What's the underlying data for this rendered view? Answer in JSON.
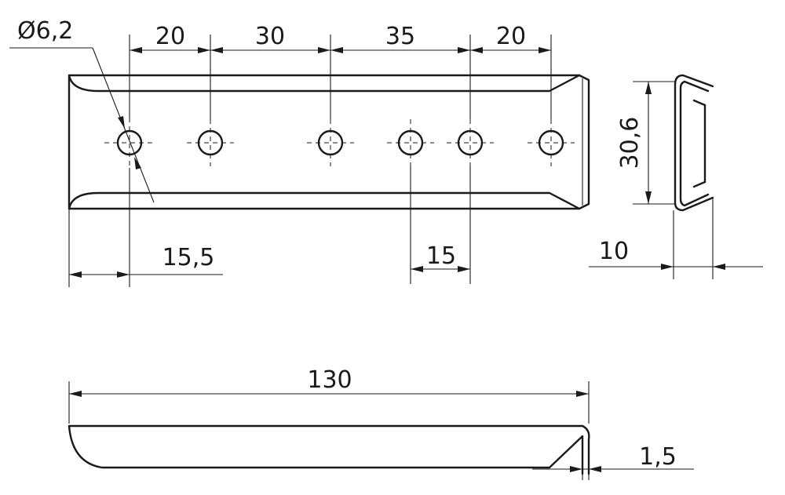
{
  "drawing": {
    "units": "mm",
    "dimensions": {
      "hole_diameter": "Ø6,2",
      "pitch_1": "20",
      "pitch_2": "30",
      "pitch_3": "35",
      "pitch_4": "20",
      "edge_offset": "15,5",
      "hole_spacing": "15",
      "width": "30,6",
      "depth": "10",
      "total_length": "130",
      "thickness": "1,5"
    }
  }
}
